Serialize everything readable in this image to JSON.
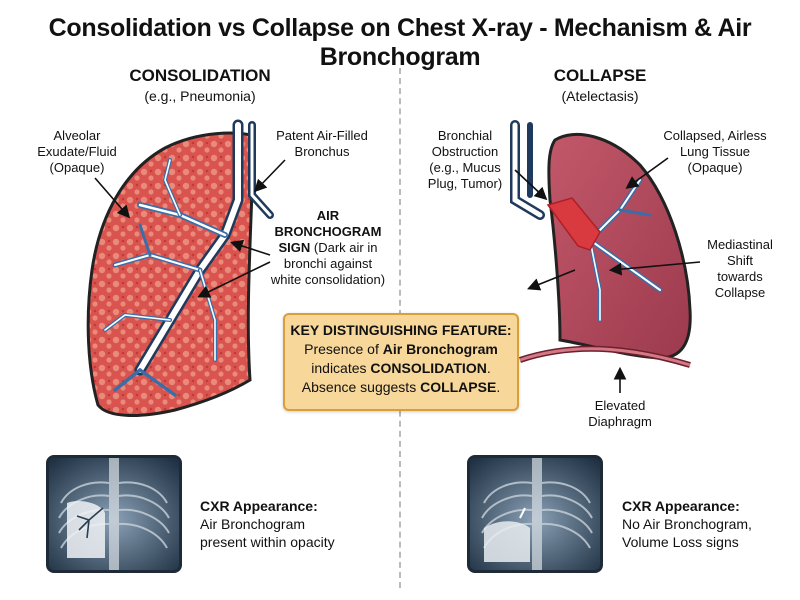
{
  "title": "Consolidation vs Collapse on Chest X-ray - Mechanism & Air Bronchogram",
  "left": {
    "heading": "CONSOLIDATION",
    "subheading": "(e.g., Pneumonia)",
    "label_alveolar": [
      "Alveolar",
      "Exudate/Fluid",
      "(Opaque)"
    ],
    "label_bronchus": [
      "Patent Air-Filled",
      "Bronchus"
    ],
    "label_sign_bold": [
      "AIR",
      "BRONCHOGRAM"
    ],
    "label_sign_bold2": "SIGN",
    "label_sign_rest": " (Dark air in",
    "label_sign_lines": [
      "bronchi against",
      "white consolidation)"
    ],
    "cxr_title": "CXR Appearance:",
    "cxr_lines": [
      "Air Bronchogram",
      "present within opacity"
    ]
  },
  "right": {
    "heading": "COLLAPSE",
    "subheading": "(Atelectasis)",
    "label_obstruction": [
      "Bronchial",
      "Obstruction",
      "(e.g., Mucus",
      "Plug, Tumor)"
    ],
    "label_collapsed": [
      "Collapsed, Airless",
      "Lung Tissue",
      "(Opaque)"
    ],
    "label_shift": [
      "Mediastinal",
      "Shift",
      "towards",
      "Collapse"
    ],
    "label_diaphragm": [
      "Elevated",
      "Diaphragm"
    ],
    "cxr_title": "CXR Appearance:",
    "cxr_lines": [
      "No Air Bronchogram,",
      "Volume Loss signs"
    ]
  },
  "keybox": {
    "title": "KEY DISTINGUISHING FEATURE:",
    "line1_pre": "Presence of ",
    "line1_bold": "Air Bronchogram",
    "line2_pre": "indicates ",
    "line2_bold": "CONSOLIDATION",
    "line2_post": ".",
    "line3_pre": "Absence suggests ",
    "line3_bold": "COLLAPSE",
    "line3_post": "."
  },
  "colors": {
    "consolidation_fill": "#d9534f",
    "collapse_fill": "#b5485a",
    "bronchus_blue": "#3a6ea8",
    "keybox_bg": "#f7d79a"
  }
}
